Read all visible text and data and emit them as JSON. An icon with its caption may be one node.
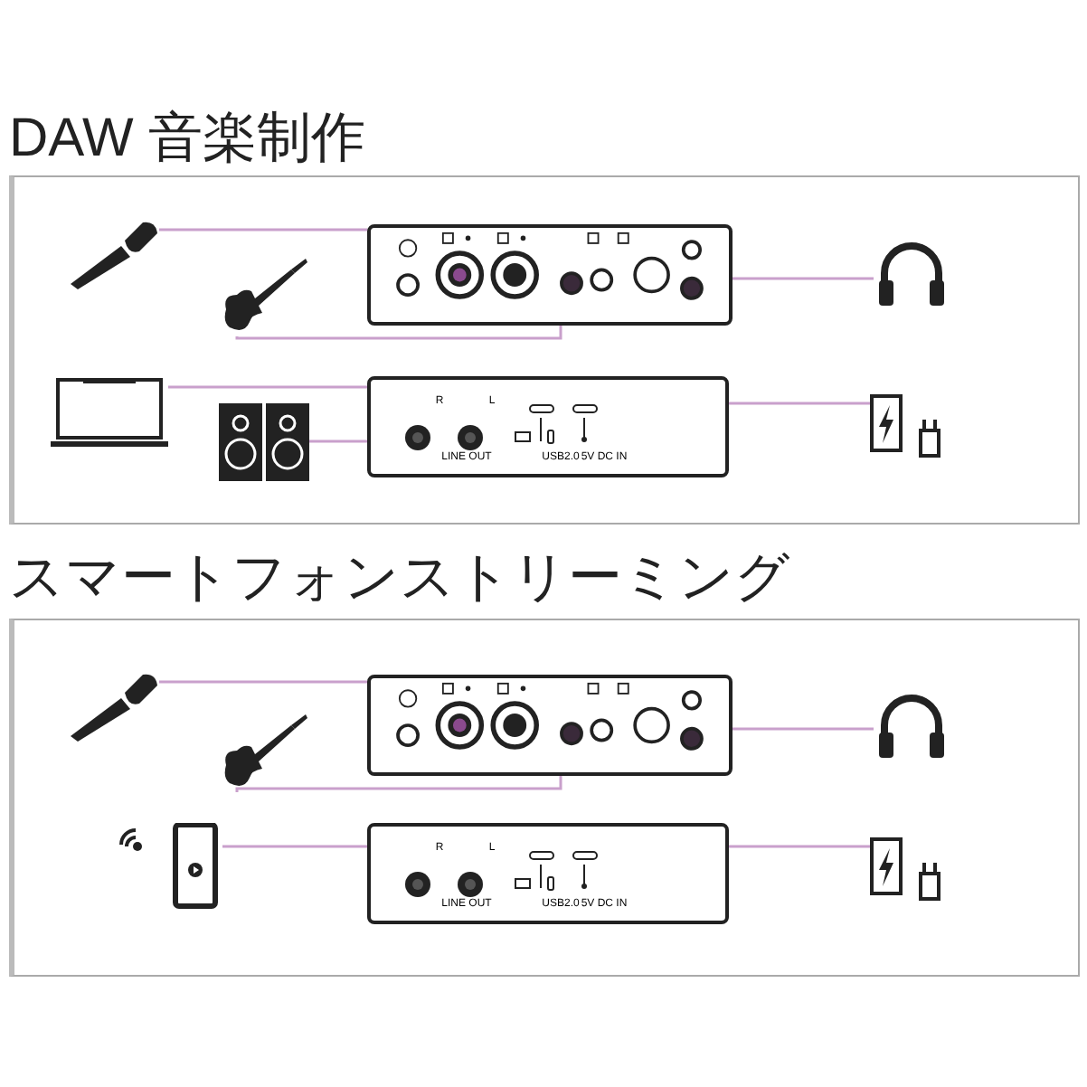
{
  "diagram": {
    "nodes": [
      {
        "text": [
          "DAW 音楽制作"
        ]
      },
      {
        "text": [],
        "shape": "microphone",
        "in": 0
      },
      {
        "text": [],
        "shape": "guitar",
        "in": 0
      },
      {
        "text": [],
        "shape": "device",
        "in": 0
      },
      {
        "text": [],
        "shape": "headphones",
        "in": 0
      },
      {
        "text": [],
        "shape": "laptop",
        "in": 0
      },
      {
        "text": [],
        "shape": "speaker",
        "in": 0
      },
      {
        "text": [
          "R",
          "L",
          "LINE OUT",
          "USB2.0",
          "5V DC IN"
        ],
        "in": 0
      },
      {
        "text": [],
        "shape": "battery",
        "in": 0
      },
      {
        "text": [
          "スマートフォンストリーミング"
        ]
      },
      {
        "text": [],
        "shape": "microphone",
        "in": 9
      },
      {
        "text": [],
        "shape": "guitar",
        "in": 9
      },
      {
        "text": [],
        "shape": "device",
        "in": 9
      },
      {
        "text": [],
        "shape": "headphones",
        "in": 9
      },
      {
        "text": [],
        "shape": "phone",
        "in": 9
      },
      {
        "text": [
          "R",
          "L",
          "LINE OUT",
          "USB2.0",
          "5V DC IN"
        ],
        "in": 9
      },
      {
        "text": [],
        "shape": "battery",
        "in": 9
      }
    ],
    "edges": [
      {
        "from": 1,
        "to": 3,
        "arrow": "none"
      },
      {
        "from": 2,
        "to": 3,
        "arrow": "none"
      },
      {
        "from": 3,
        "to": 4,
        "arrow": "none"
      },
      {
        "from": 5,
        "to": 7,
        "arrow": "none"
      },
      {
        "from": 6,
        "to": 7,
        "arrow": "none"
      },
      {
        "from": 7,
        "to": 8,
        "arrow": "none"
      },
      {
        "from": 10,
        "to": 12,
        "arrow": "none"
      },
      {
        "from": 11,
        "to": 12,
        "arrow": "none"
      },
      {
        "from": 12,
        "to": 13,
        "arrow": "none"
      },
      {
        "from": 14,
        "to": 15,
        "arrow": "none"
      },
      {
        "from": 15,
        "to": 16,
        "arrow": "none"
      }
    ]
  }
}
